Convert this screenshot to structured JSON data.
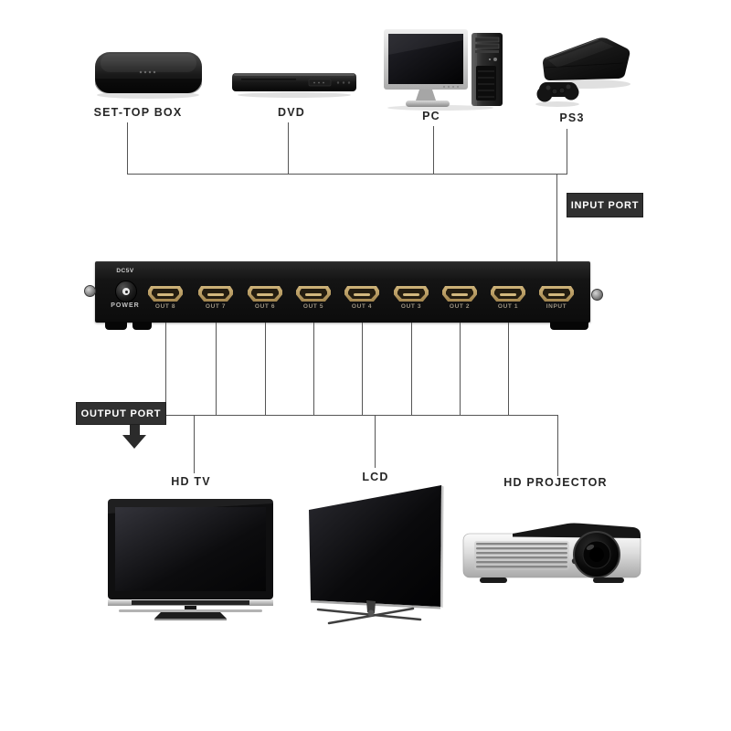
{
  "diagram": {
    "sources": {
      "settop": {
        "label": "SET-TOP BOX"
      },
      "dvd": {
        "label": "DVD"
      },
      "pc": {
        "label": "PC"
      },
      "ps3": {
        "label": "PS3"
      }
    },
    "badges": {
      "input": "INPUT PORT",
      "output": "OUTPUT PORT"
    },
    "splitter": {
      "dc_label": "DC5V",
      "power_label": "POWER",
      "ports": [
        "OUT 8",
        "OUT 7",
        "OUT 6",
        "OUT 5",
        "OUT 4",
        "OUT 3",
        "OUT 2",
        "OUT 1",
        "INPUT"
      ]
    },
    "outputs": {
      "hdtv": {
        "label": "HD TV"
      },
      "lcd": {
        "label": "LCD"
      },
      "projector": {
        "label": "HD PROJECTOR"
      }
    },
    "colors": {
      "background": "#ffffff",
      "connector_line": "#555555",
      "badge_bg": "#313131",
      "badge_text": "#ffffff",
      "label_text": "#262626",
      "splitter_body": "#141414",
      "hdmi_gold": "#b3985f",
      "port_label_text": "#9c9382"
    }
  }
}
